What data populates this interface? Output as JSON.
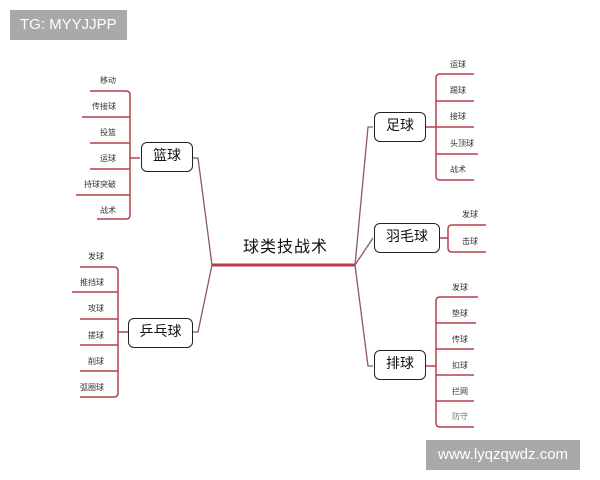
{
  "watermarks": {
    "top": "TG: MYYJJPP",
    "bottom": "www.lyqzqwdz.com"
  },
  "root": {
    "label": "球类技战术"
  },
  "branches": {
    "basketball": {
      "label": "篮球",
      "items": [
        "移动",
        "传接球",
        "投篮",
        "运球",
        "持球突破",
        "战术"
      ]
    },
    "pingpong": {
      "label": "乒乓球",
      "items": [
        "发球",
        "推挡球",
        "攻球",
        "搓球",
        "削球",
        "弧圈球"
      ]
    },
    "football": {
      "label": "足球",
      "items": [
        "运球",
        "踢球",
        "接球",
        "头顶球",
        "战术"
      ]
    },
    "badminton": {
      "label": "羽毛球",
      "items": [
        "发球",
        "击球"
      ]
    },
    "volleyball": {
      "label": "排球",
      "items": [
        "发球",
        "垫球",
        "传球",
        "扣球",
        "拦网",
        "防守"
      ]
    }
  },
  "colors": {
    "branch_line": "#b5404f",
    "connector": "#8a5a60",
    "node_border": "#222222",
    "watermark_bg": "#a9a9a9"
  }
}
